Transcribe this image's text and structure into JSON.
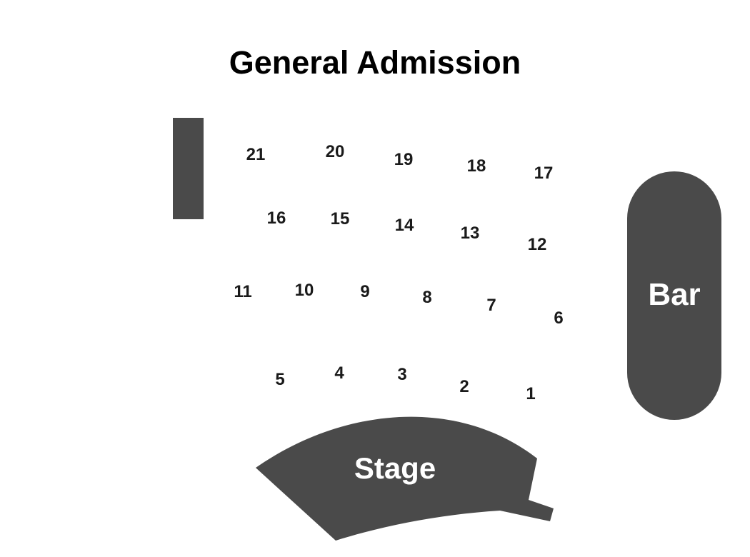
{
  "title": "General Admission",
  "tables": [
    {
      "number": "1"
    },
    {
      "number": "2"
    },
    {
      "number": "3"
    },
    {
      "number": "4"
    },
    {
      "number": "5"
    },
    {
      "number": "6"
    },
    {
      "number": "7"
    },
    {
      "number": "8"
    },
    {
      "number": "9"
    },
    {
      "number": "10"
    },
    {
      "number": "11"
    },
    {
      "number": "12"
    },
    {
      "number": "13"
    },
    {
      "number": "14"
    },
    {
      "number": "15"
    },
    {
      "number": "16"
    },
    {
      "number": "17"
    },
    {
      "number": "18"
    },
    {
      "number": "19"
    },
    {
      "number": "20"
    },
    {
      "number": "21"
    }
  ],
  "bar": {
    "label": "Bar"
  },
  "stage": {
    "label": "Stage"
  },
  "colors": {
    "venue_shape": "#4a4a4a",
    "shape_text": "#ffffff",
    "table_text": "#1a1a1a"
  }
}
